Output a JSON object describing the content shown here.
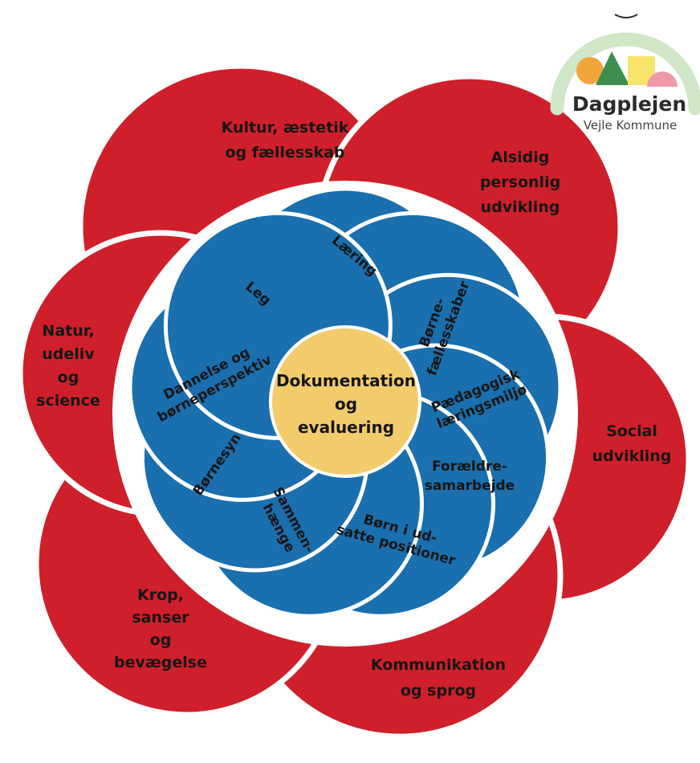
{
  "colors": {
    "outer_petal": "#CF1F2B",
    "inner_petal": "#1A6FAE",
    "center": "#F2CC6B",
    "separator": "#ffffff",
    "logo_arc": "#CFE6C7",
    "logo_orange": "#F3A43B",
    "logo_green": "#3E8F4F",
    "logo_yellow": "#F6E56A",
    "logo_pink": "#EE98A8"
  },
  "outer_ring": {
    "labels": [
      {
        "lines": [
          "Kultur, æstetik",
          "og fællesskab"
        ]
      },
      {
        "lines": [
          "Alsidig",
          "personlig",
          "udvikling"
        ]
      },
      {
        "lines": [
          "Social",
          "udvikling"
        ]
      },
      {
        "lines": [
          "Kommunikation",
          "og sprog"
        ]
      },
      {
        "lines": [
          "Krop,",
          "sanser",
          "og",
          "bevægelse"
        ]
      },
      {
        "lines": [
          "Natur,",
          "udeliv",
          "og",
          "science"
        ]
      }
    ]
  },
  "inner_ring": {
    "labels": [
      {
        "lines": [
          "Læring"
        ]
      },
      {
        "lines": [
          "Børne-",
          "fællesskaber"
        ]
      },
      {
        "lines": [
          "Pædagogisk",
          "læringsmiljø"
        ]
      },
      {
        "lines": [
          "Forældre-",
          "samarbejde"
        ]
      },
      {
        "lines": [
          "Børn i ud-",
          "satte positioner"
        ]
      },
      {
        "lines": [
          "Sammen-",
          "hænge"
        ]
      },
      {
        "lines": [
          "Børnesyn"
        ]
      },
      {
        "lines": [
          "Dannelse og",
          "børneperspektiv"
        ]
      },
      {
        "lines": [
          "Leg"
        ]
      }
    ]
  },
  "center": {
    "lines": [
      "Dokumentation",
      "og",
      "evaluering"
    ]
  },
  "logo": {
    "title": "Dagplejen",
    "subtitle": "Vejle Kommune"
  }
}
